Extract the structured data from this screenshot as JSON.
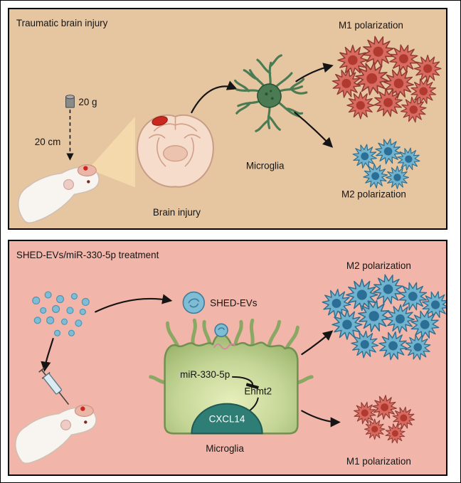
{
  "panels": {
    "tbi": {
      "title": "Traumatic brain injury",
      "weight_label": "20 g",
      "height_label": "20 cm",
      "brain_label": "Brain injury",
      "microglia_label": "Microglia",
      "m1_label": "M1 polarization",
      "m2_label": "M2 polarization"
    },
    "treatment": {
      "title": "SHED-EVs/miR-330-5p treatment",
      "ev_label": "SHED-EVs",
      "mirna_label": "miR-330-5p",
      "ehmt2_label": "Ehmt2",
      "cxcl14_label": "CXCL14",
      "microglia_label": "Microglia",
      "m2_label": "M2 polarization",
      "m1_label": "M1 polarization"
    }
  },
  "colors": {
    "panel-top-bg": "#e6c5a1",
    "panel-bottom-bg": "#f2b5a9",
    "m1-fill": "#d96a5f",
    "m1-stroke": "#8e3a32",
    "m1-nucleus": "#b03a30",
    "m2-fill": "#6fb3cf",
    "m2-stroke": "#2f6e8e",
    "m2-nucleus": "#2b6f96",
    "microglia-green": "#4a7b52",
    "cell-edge": "#71904f",
    "nucleus-teal": "#2f7e76",
    "injury-red": "#c8281e",
    "ev-blue": "#7fbdd4"
  }
}
